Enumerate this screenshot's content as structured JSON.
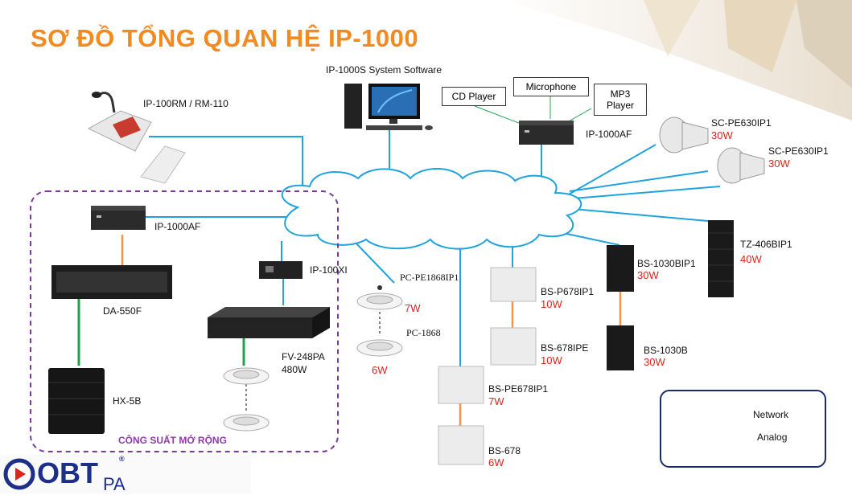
{
  "title": "SƠ ĐỒ TỔNG QUAN HỆ IP-1000",
  "devices": {
    "software": "IP-1000S System Software",
    "cd_player": "CD Player",
    "microphone": "Microphone",
    "mp3_player_line1": "MP3",
    "mp3_player_line2": "Player",
    "ip1000af_top": "IP-1000AF",
    "ip100rm": "IP-100RM / RM-110",
    "ip1000af_left": "IP-1000AF",
    "da550f": "DA-550F",
    "hx5b": "HX-5B",
    "ip100xi": "IP-100XI",
    "fv248pa": "FV-248PA",
    "fv248pa_power": "480W",
    "pc_pe1868ip1": "PC-PE1868IP1",
    "pc_pe1868ip1_power": "7W",
    "pc1868": "PC-1868",
    "pc1868_power": "6W",
    "bs_pe678ip1": "BS-PE678IP1",
    "bs_pe678ip1_power": "7W",
    "bs678": "BS-678",
    "bs678_power": "6W",
    "bs_p678ip1": "BS-P678IP1",
    "bs_p678ip1_power": "10W",
    "bs678ipe": "BS-678IPE",
    "bs678ipe_power": "10W",
    "bs1030bip1": "BS-1030BIP1",
    "bs1030bip1_power": "30W",
    "bs1030b": "BS-1030B",
    "bs1030b_power": "30W",
    "tz406bip1": "TZ-406BIP1",
    "tz406bip1_power": "40W",
    "sc_pe630ip1_a": "SC-PE630IP1",
    "sc_pe630ip1_a_power": "30W",
    "sc_pe630ip1_b": "SC-PE630IP1",
    "sc_pe630ip1_b_power": "30W"
  },
  "expansion_label": "CÔNG SUẤT MỞ RỘNG",
  "legend": {
    "network": "Network",
    "analog": "Analog"
  },
  "logo": {
    "mark": "OBT",
    "registered": "®",
    "suffix": "PA"
  },
  "colors": {
    "title": "#f28a22",
    "network": "#1fa3dc",
    "analog": "#f0954a",
    "speaker_link": "#1fa24a",
    "expansion_border": "#7b3a9a",
    "power": "#e0231b",
    "legend_border": "#1f2a6b"
  }
}
